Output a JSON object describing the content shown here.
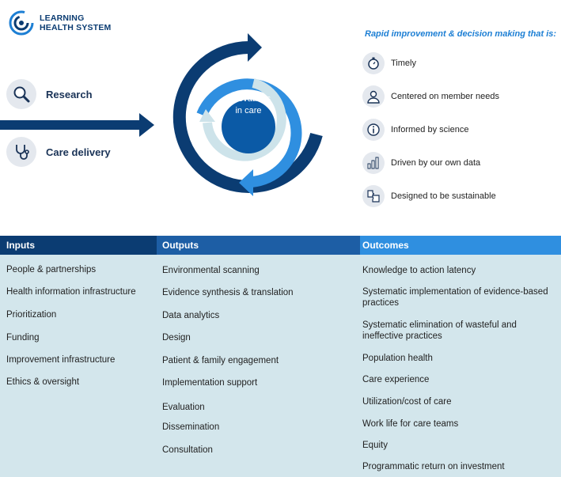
{
  "logo": {
    "line1": "LEARNING",
    "line2": "HEALTH SYSTEM"
  },
  "left": {
    "research": {
      "label": "Research",
      "icon": "magnifier-icon"
    },
    "care": {
      "label": "Care delivery",
      "icon": "stethoscope-icon"
    }
  },
  "cycle": {
    "center_line1": "Innovations",
    "center_line2": "in care"
  },
  "right": {
    "heading": "Rapid improvement & decision making that is:",
    "items": [
      {
        "label": "Timely",
        "icon": "stopwatch-icon"
      },
      {
        "label": "Centered on member needs",
        "icon": "person-icon"
      },
      {
        "label": "Informed by science",
        "icon": "info-icon"
      },
      {
        "label": "Driven by our own data",
        "icon": "bar-chart-icon"
      },
      {
        "label": "Designed to be sustainable",
        "icon": "puzzle-icon"
      }
    ]
  },
  "table": {
    "headers": {
      "inputs": "Inputs",
      "outputs": "Outputs",
      "outcomes": "Outcomes"
    },
    "inputs": [
      "People & partnerships",
      "Health information infrastructure",
      "Prioritization",
      "Funding",
      "Improvement  infrastructure",
      "Ethics & oversight"
    ],
    "outputs": [
      "Environmental  scanning",
      "Evidence synthesis & translation",
      "Data analytics",
      "Design",
      "Patient & family engagement",
      "Implementation support",
      "Evaluation",
      "Dissemination",
      "Consultation"
    ],
    "outcomes": [
      "Knowledge to action latency",
      "Systematic implementation of evidence-based practices",
      "Systematic elimination of wasteful and ineffective practices",
      "Population health",
      "Care experience",
      "Utilization/cost of care",
      "Work life for care teams",
      "Equity",
      "Programmatic return  on investment"
    ]
  },
  "colors": {
    "navy": "#0b3c72",
    "mid_blue": "#1d5ea5",
    "bright_blue": "#2f8fe0",
    "light_blue": "#cde3ea",
    "table_bg": "#d3e6ec"
  }
}
